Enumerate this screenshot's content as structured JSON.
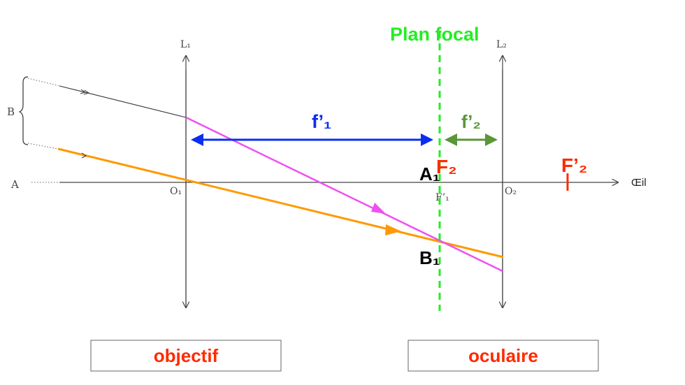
{
  "labels": {
    "plan_focal": "Plan focal",
    "L1": "L₁",
    "L2": "L₂",
    "O1": "O₁",
    "O2": "O₂",
    "A": "A",
    "B": "B",
    "eye": "Œil",
    "f1": "f’₁",
    "f2": "f’₂",
    "F2": "F₂",
    "F2prime": "F’₂",
    "F1prime": "F’₁",
    "A1": "A₁",
    "B1": "B₁"
  },
  "boxes": {
    "objectif": "objectif",
    "oculaire": "oculaire"
  },
  "colors": {
    "focal_plane": "#22ee22",
    "f1": "#0a2ef0",
    "f2": "#5a963a",
    "ray_magenta": "#f050f0",
    "ray_orange": "#ff9900",
    "red": "#ff2a00"
  }
}
